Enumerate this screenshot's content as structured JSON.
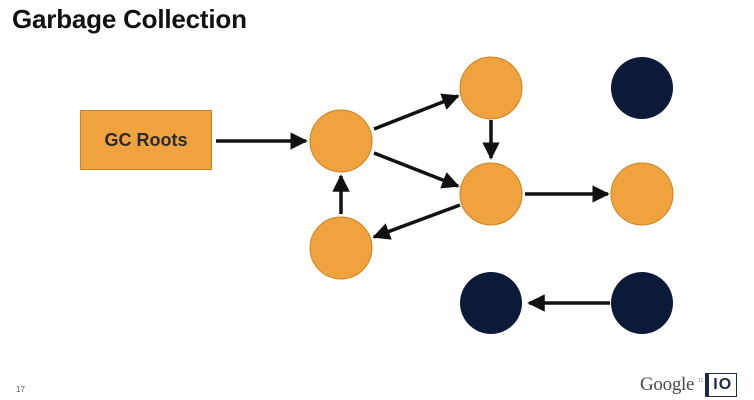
{
  "slide": {
    "title": "Garbage Collection",
    "slide_number": "17"
  },
  "diagram": {
    "root_label": "GC Roots",
    "colors": {
      "reachable": "#f0a23e",
      "unreachable": "#0b1a38",
      "edge": "#111111"
    },
    "nodes": [
      {
        "id": "root",
        "kind": "root"
      },
      {
        "id": "a",
        "kind": "reachable"
      },
      {
        "id": "b",
        "kind": "reachable"
      },
      {
        "id": "c",
        "kind": "reachable"
      },
      {
        "id": "d",
        "kind": "reachable"
      },
      {
        "id": "e",
        "kind": "reachable"
      },
      {
        "id": "f",
        "kind": "unreachable"
      },
      {
        "id": "g",
        "kind": "unreachable"
      },
      {
        "id": "h",
        "kind": "unreachable"
      }
    ],
    "edges": [
      {
        "from": "root",
        "to": "a"
      },
      {
        "from": "a",
        "to": "b"
      },
      {
        "from": "a",
        "to": "c"
      },
      {
        "from": "b",
        "to": "c"
      },
      {
        "from": "c",
        "to": "d"
      },
      {
        "from": "d",
        "to": "a"
      },
      {
        "from": "c",
        "to": "e"
      },
      {
        "from": "h",
        "to": "g"
      }
    ]
  },
  "branding": {
    "google": "Google",
    "year": "'11",
    "io": "IO"
  }
}
